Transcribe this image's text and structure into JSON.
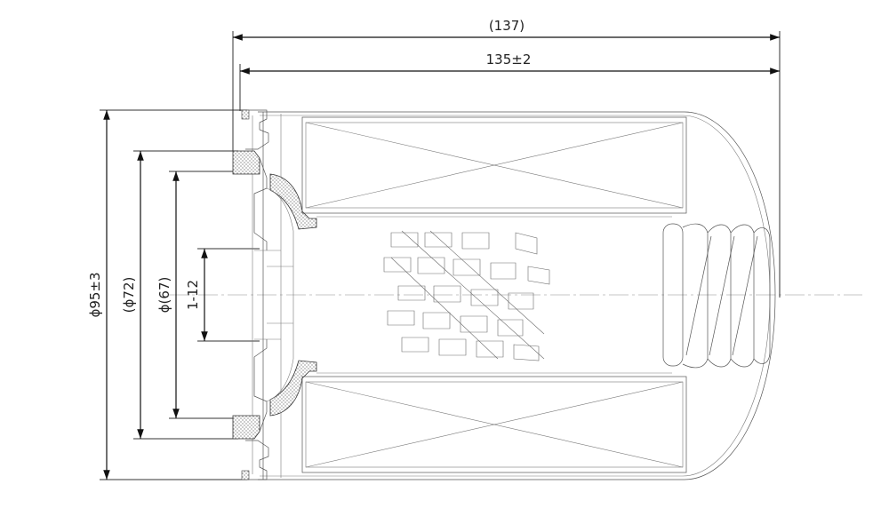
{
  "drawing": {
    "dimensions": {
      "overall_length_ref": "(137)",
      "body_length": "135±2",
      "outer_diameter": "ϕ95±3",
      "gasket_diameter_ref": "(ϕ72)",
      "gasket_inner_diameter_ref": "ϕ(67)",
      "thread_range": "1-12"
    }
  }
}
